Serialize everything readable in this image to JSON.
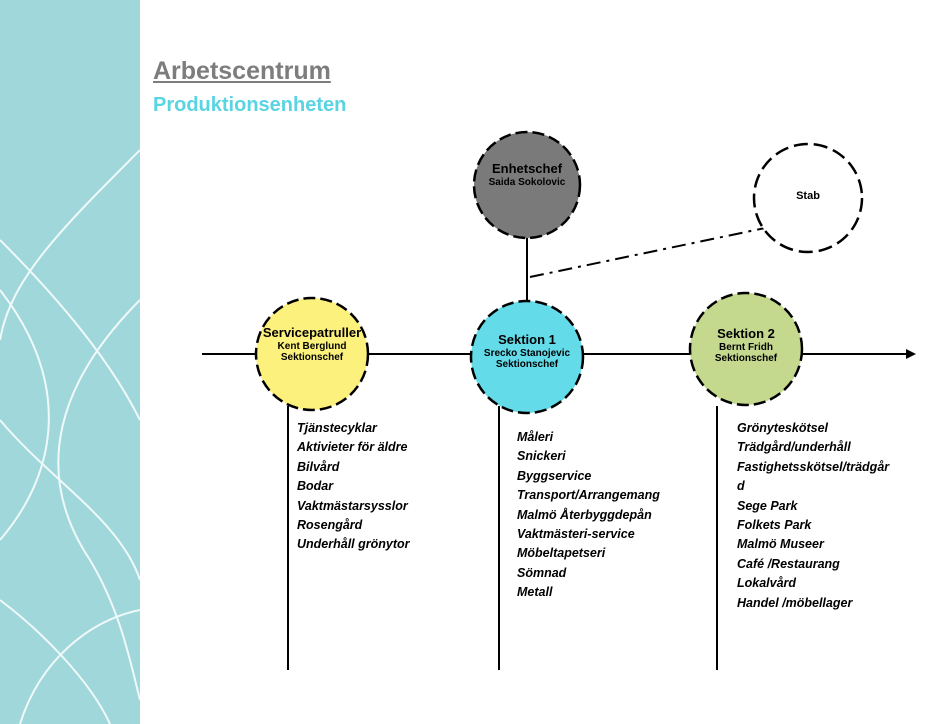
{
  "title": "Arbetscentrum",
  "subtitle": "Produktionsenheten",
  "colors": {
    "sidebar": "#9fd7da",
    "title_gray": "#7d7d7d",
    "subtitle_cyan": "#59d4e3",
    "unit_chief_fill": "#7a7a7a",
    "service_fill": "#fdf17e",
    "section1_fill": "#63dbe9",
    "section2_fill": "#c4d88e",
    "stab_fill": "#ffffff"
  },
  "nodes": {
    "unit_chief": {
      "role": "Enhetschef",
      "name": "Saida Sokolovic"
    },
    "stab": {
      "label": "Stab"
    },
    "service": {
      "title": "Servicepatruller",
      "name": "Kent Berglund",
      "role": "Sektionschef"
    },
    "section1": {
      "title": "Sektion 1",
      "name": "Srecko Stanojevic",
      "role": "Sektionschef"
    },
    "section2": {
      "title": "Sektion 2",
      "name": "Bernt Fridh",
      "role": "Sektionschef"
    }
  },
  "lists": {
    "service": [
      "Tjänstecyklar",
      "Aktivieter för äldre",
      "Bilvård",
      "Bodar",
      "Vaktmästarsysslor",
      "Rosengård",
      "Underhåll grönytor"
    ],
    "section1": [
      "Måleri",
      "Snickeri",
      "Byggservice",
      "Transport/Arrangemang",
      "Malmö Återbyggdepån",
      "Vaktmästeri-service",
      "Möbeltapetseri",
      "Sömnad",
      "Metall"
    ],
    "section2": [
      "Grönyteskötsel",
      "Trädgård/underhåll",
      "Fastighetsskötsel/trädgår",
      "d",
      "Sege Park",
      "Folkets Park",
      "Malmö Museer",
      "Café /Restaurang",
      "Lokalvård",
      "Handel /möbellager"
    ]
  }
}
